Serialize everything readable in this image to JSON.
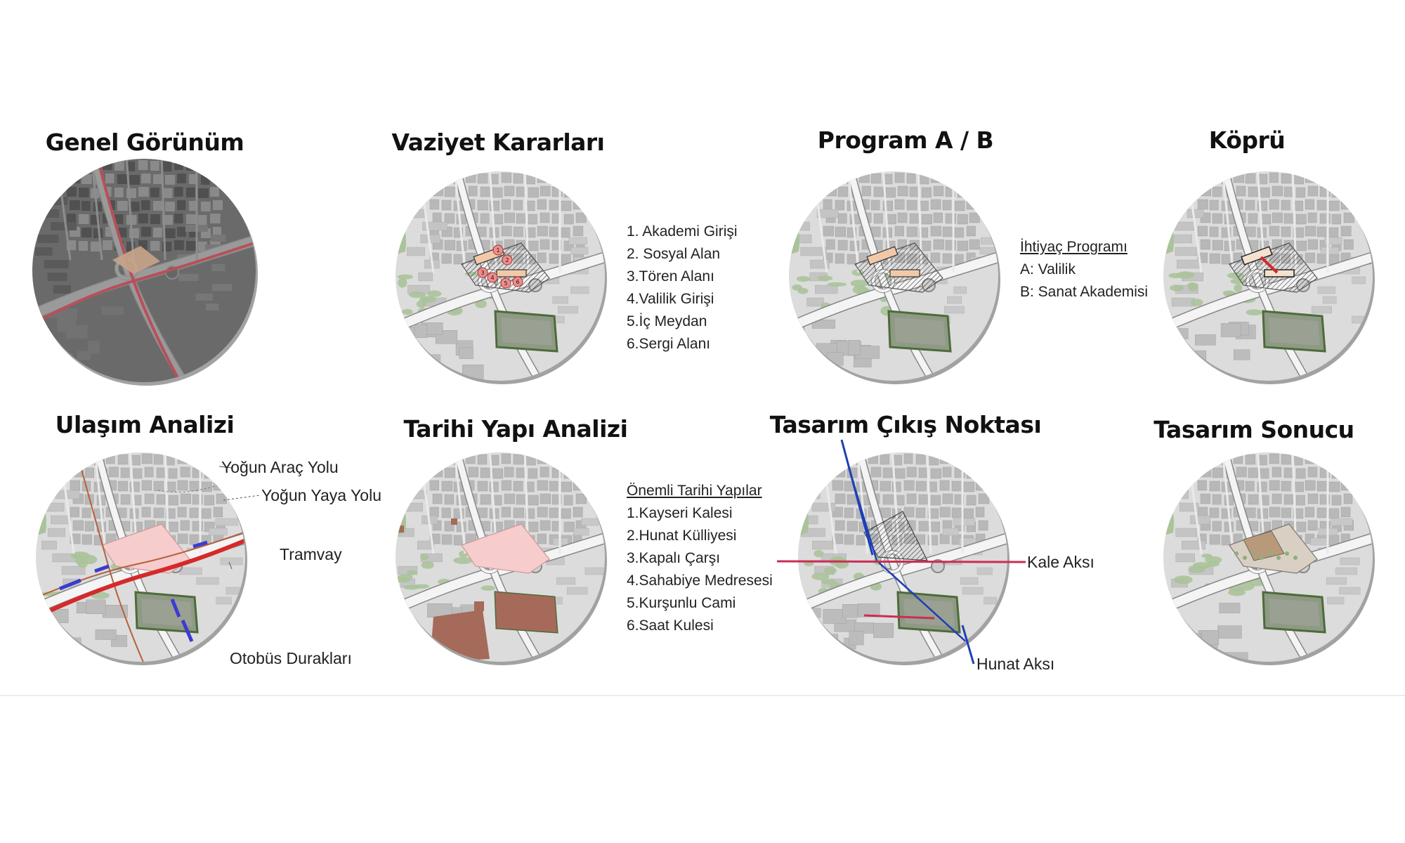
{
  "panels": {
    "genel": {
      "title": "Genel Görünüm"
    },
    "vaziyet": {
      "title": "Vaziyet Kararları",
      "legend": [
        "1. Akademi Girişi",
        "2. Sosyal Alan",
        "3.Tören Alanı",
        "4.Valilik Girişi",
        "5.İç Meydan",
        "6.Sergi Alanı"
      ],
      "markers": [
        "1",
        "2",
        "3",
        "4",
        "5",
        "6"
      ]
    },
    "program": {
      "title": "Program A / B",
      "legend_header": "İhtiyaç Programı",
      "legend": [
        "A: Valilik",
        "B: Sanat Akademisi"
      ]
    },
    "kopru": {
      "title": "Köprü"
    },
    "ulasim": {
      "title": "Ulaşım Analizi",
      "labels": {
        "arac": "Yoğun Araç Yolu",
        "yaya": "Yoğun Yaya Yolu",
        "tramvay": "Tramvay",
        "otobus": "Otobüs Durakları"
      }
    },
    "tarihi": {
      "title": "Tarihi Yapı Analizi",
      "legend_header": "Önemli Tarihi Yapılar",
      "legend": [
        "1.Kayseri Kalesi",
        "2.Hunat Külliyesi",
        "3.Kapalı Çarşı",
        "4.Sahabiye Medresesi",
        "5.Kurşunlu Cami",
        "6.Saat Kulesi"
      ]
    },
    "tasarim_cikis": {
      "title": "Tasarım Çıkış Noktası",
      "labels": {
        "kale": "Kale Aksı",
        "hunat": "Hunat Aksı"
      }
    },
    "tasarim_sonucu": {
      "title": "Tasarım Sonucu"
    }
  },
  "colors": {
    "ground": "#dcdcdc",
    "block": "#b8b8b8",
    "road": "#f4f4f4",
    "green": "#aac39a",
    "site_pink": "#f6cccc",
    "historic": "#a56a5a",
    "tram": "#d42a2a",
    "bus": "#3b3bd0",
    "axis_blue": "#1e3fb5",
    "axis_pink": "#cc2d55",
    "building_fill": "#f2c9a8"
  }
}
